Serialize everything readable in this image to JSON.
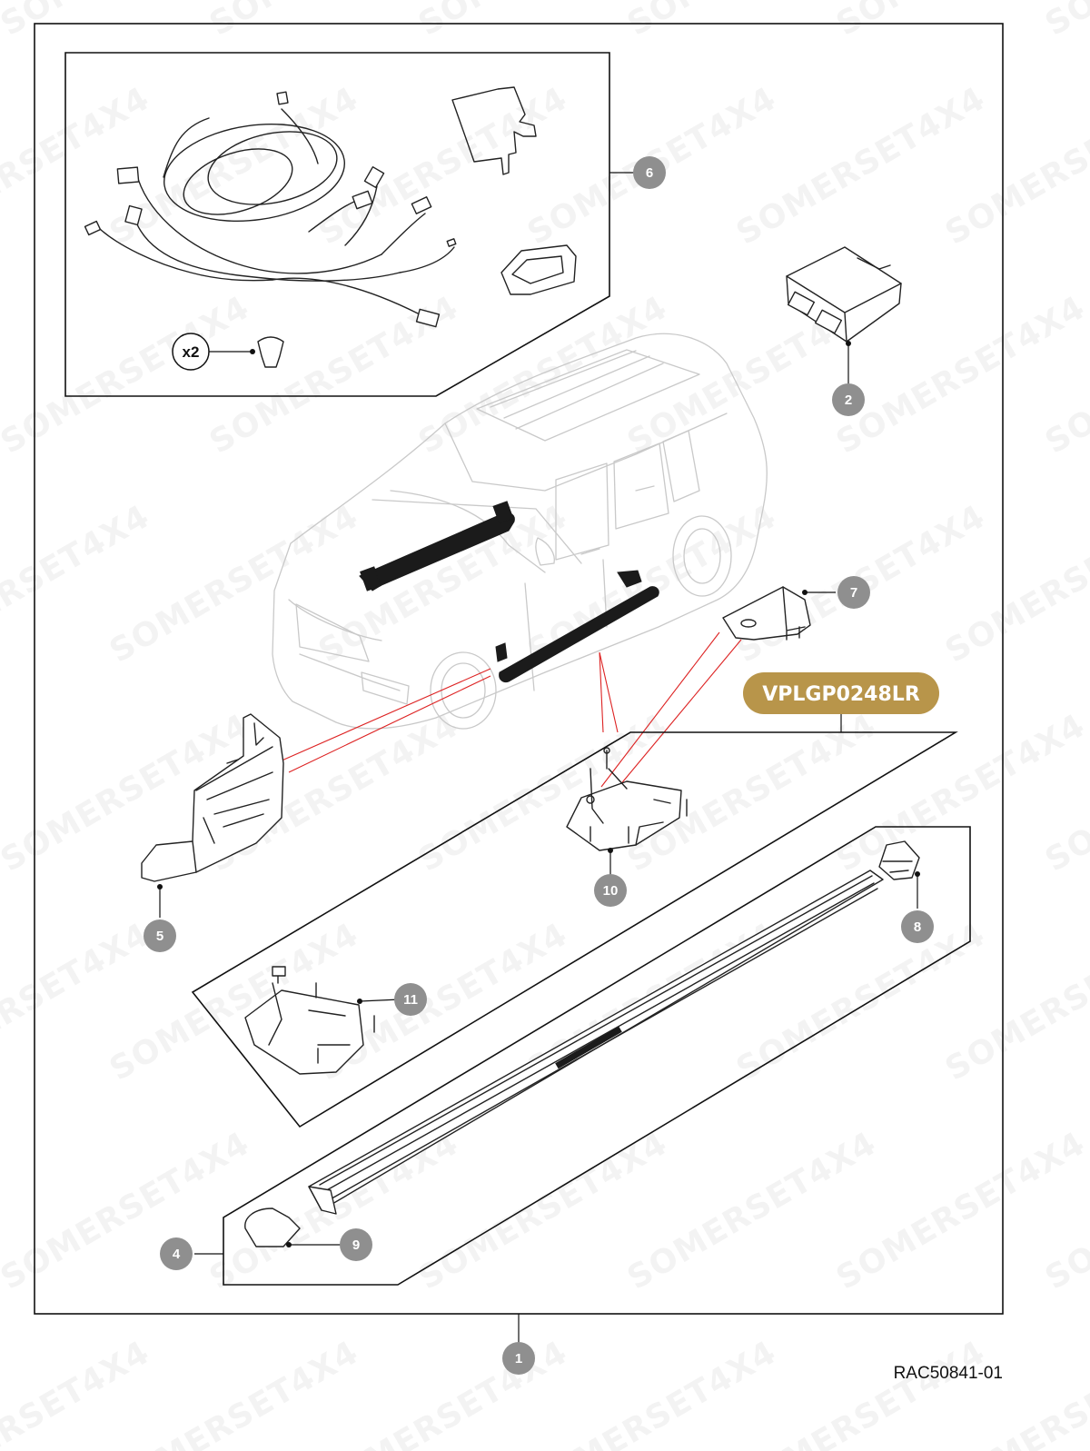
{
  "kit": {
    "part_number": "VPLGP0248LR",
    "badge_color": "#b8954a",
    "reference_code": "RAC50841-01"
  },
  "watermark": {
    "text": "SOMERSET4X4"
  },
  "quantity_label": "x2",
  "callouts": [
    {
      "label": "1"
    },
    {
      "label": "2"
    },
    {
      "label": "4"
    },
    {
      "label": "5"
    },
    {
      "label": "6"
    },
    {
      "label": "7"
    },
    {
      "label": "8"
    },
    {
      "label": "9"
    },
    {
      "label": "10"
    },
    {
      "label": "11"
    }
  ],
  "colors": {
    "callout": "#8f8f8f",
    "highlight_lines": "#dd2222",
    "vehicle_outline": "#c9c9c9"
  }
}
